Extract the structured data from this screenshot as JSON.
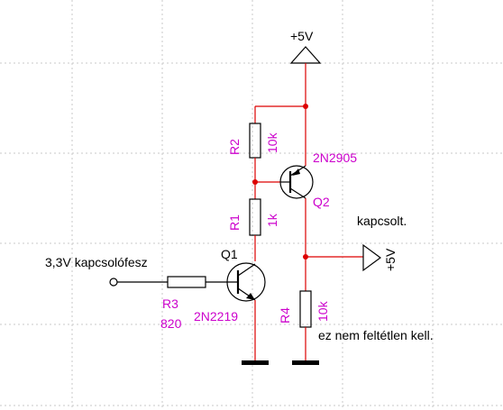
{
  "supply": {
    "label": "+5V"
  },
  "input": {
    "label": "3,3V kapcsolófesz"
  },
  "output": {
    "label": "kapcsolt.",
    "rail_label": "+5V"
  },
  "note": {
    "text": "ez nem feltétlen kell."
  },
  "components": {
    "r1": {
      "ref": "R1",
      "value": "1k"
    },
    "r2": {
      "ref": "R2",
      "value": "10k"
    },
    "r3": {
      "ref": "R3",
      "value": "820"
    },
    "r4": {
      "ref": "R4",
      "value": "10k"
    },
    "q1": {
      "ref": "Q1",
      "part": "2N2219"
    },
    "q2": {
      "ref": "Q2",
      "part": "2N2905"
    }
  },
  "colors": {
    "wire": "#000000",
    "net_highlight": "#dd0000",
    "label": "#cc00cc",
    "grid": "#c8c8c8"
  }
}
